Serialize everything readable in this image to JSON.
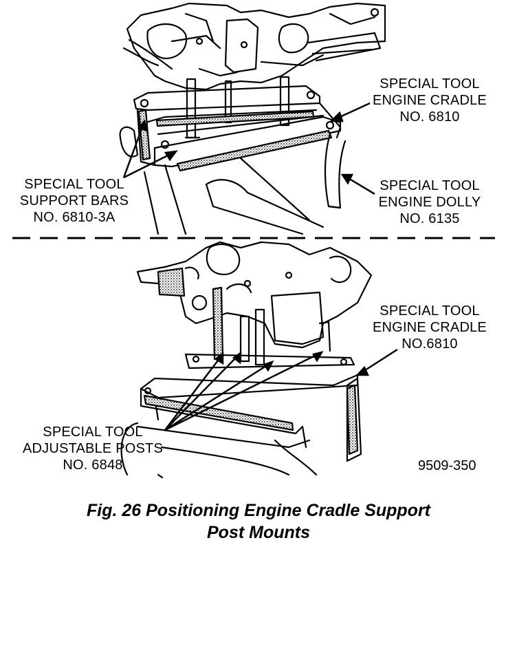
{
  "upper_view": {
    "cradle_label": [
      "SPECIAL TOOL",
      "ENGINE CRADLE",
      "NO. 6810"
    ],
    "support_bars_label": [
      "SPECIAL TOOL",
      "SUPPORT BARS",
      "NO. 6810-3A"
    ],
    "dolly_label": [
      "SPECIAL TOOL",
      "ENGINE DOLLY",
      "NO. 6135"
    ]
  },
  "lower_view": {
    "cradle_label": [
      "SPECIAL TOOL",
      "ENGINE CRADLE",
      "NO.6810"
    ],
    "posts_label": [
      "SPECIAL TOOL",
      "ADJUSTABLE POSTS",
      "NO. 6848"
    ]
  },
  "figure_code": "9509-350",
  "caption": {
    "line1": "Fig. 26 Positioning Engine Cradle Support",
    "line2": "Post Mounts"
  }
}
